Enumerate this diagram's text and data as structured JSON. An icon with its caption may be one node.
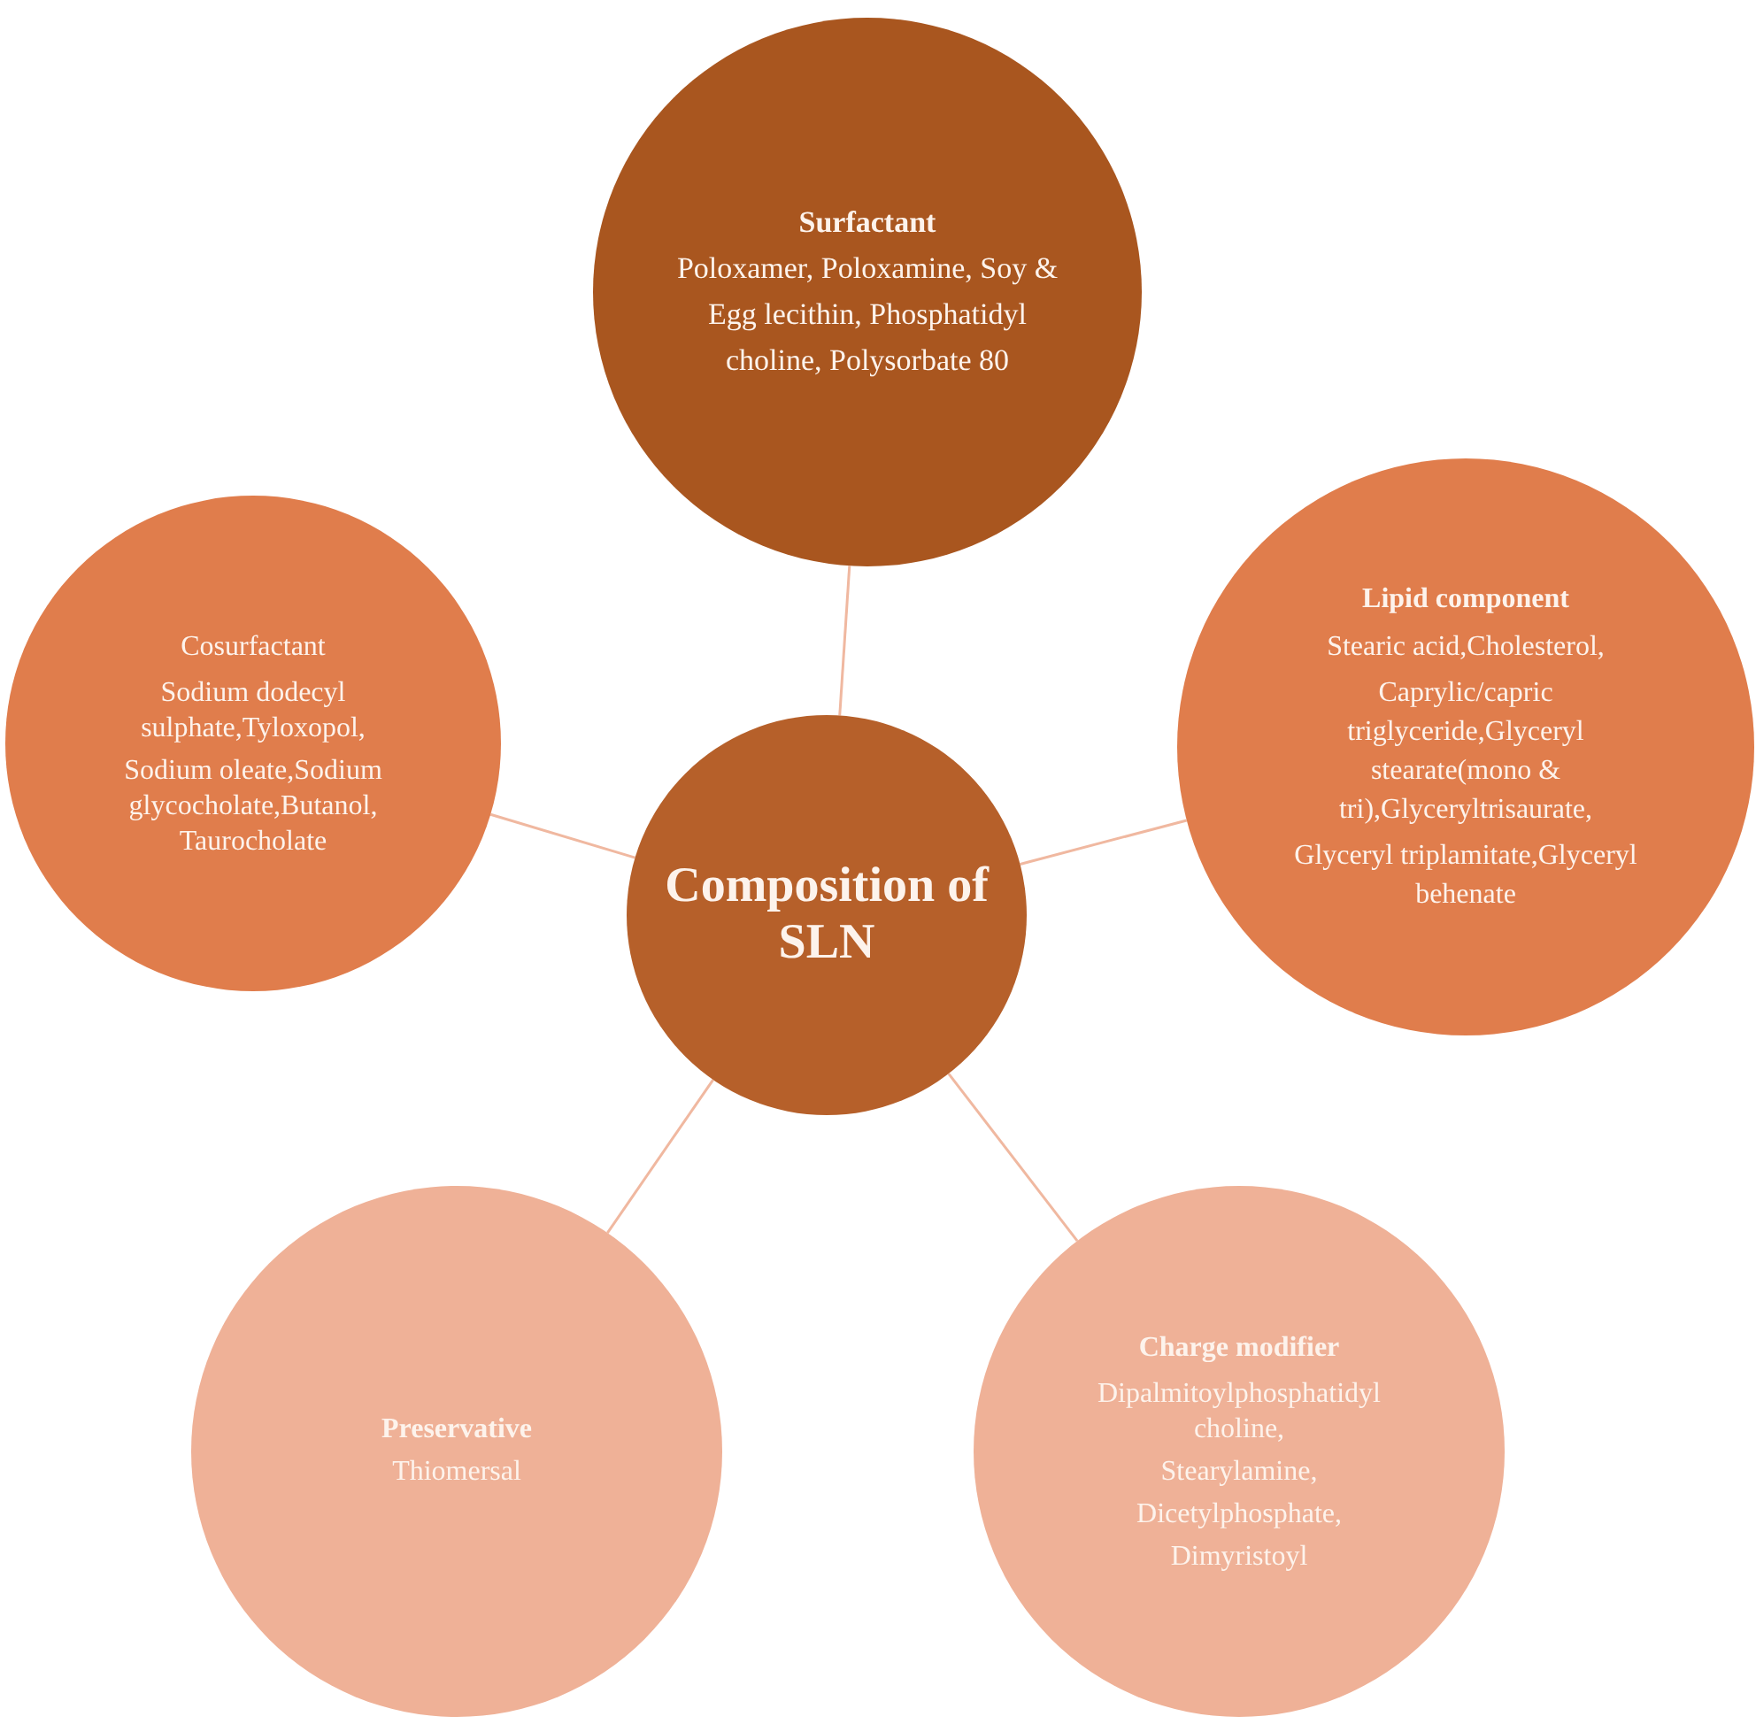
{
  "diagram": {
    "nodes": [
      {
        "text": [
          "Composition of SLN"
        ]
      },
      {
        "text": [
          "Surfactant",
          "Poloxamer, Poloxamine, Soy & Egg lecithin, Phosphatidyl choline, Polysorbate 80"
        ]
      },
      {
        "text": [
          "Lipid component",
          "Stearic acid,Cholesterol,",
          "Caprylic/capric triglyceride,Glyceryl stearate(mono & tri),Glyceryltrisaurate,",
          "Glyceryl triplamitate,Glyceryl behenate"
        ]
      },
      {
        "text": [
          "Cosurfactant",
          "Sodium dodecyl sulphate,Tyloxopol,",
          "Sodium oleate,Sodium glycocholate,Butanol, Taurocholate"
        ]
      },
      {
        "text": [
          "Preservative",
          "Thiomersal"
        ]
      },
      {
        "text": [
          "Charge modifier",
          "Dipalmitoylphosphatidyl choline,",
          "Stearylamine,",
          "Dicetylphosphate,",
          "Dimyristoyl"
        ]
      }
    ],
    "edges": [
      {
        "from": 0,
        "to": 1,
        "arrow": "none"
      },
      {
        "from": 0,
        "to": 2,
        "arrow": "none"
      },
      {
        "from": 0,
        "to": 3,
        "arrow": "none"
      },
      {
        "from": 0,
        "to": 4,
        "arrow": "none"
      },
      {
        "from": 0,
        "to": 5,
        "arrow": "none"
      }
    ]
  }
}
